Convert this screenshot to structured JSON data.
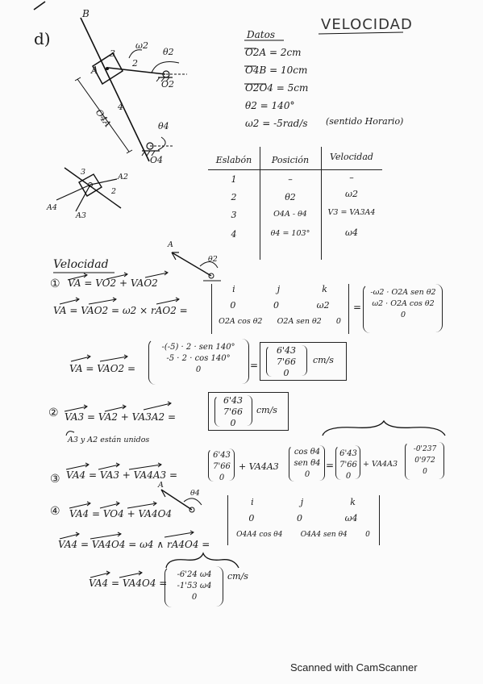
{
  "header": {
    "part": "d)",
    "title": "VELOCIDAD",
    "point_B": "B",
    "point_A": "A",
    "point_O2": "O2",
    "point_O4": "O4",
    "link_3": "3",
    "link_2": "2",
    "link_4": "4",
    "omega2": "ω2",
    "theta2": "θ2",
    "theta4": "θ4",
    "bar_O4A": "O4A",
    "small_A2": "A2",
    "small_A3": "A3",
    "small_A4": "A4",
    "small_3": "3",
    "small_2": "2"
  },
  "datos": {
    "heading": "Datos",
    "lines": [
      "O2A = 2cm",
      "O4B = 10cm",
      "O2O4 = 5cm",
      "θ2 = 140°",
      "ω2 = -5rad/s"
    ],
    "note": "(sentido Horario)"
  },
  "table": {
    "headers": [
      "Eslabón",
      "Posición",
      "Velocidad"
    ],
    "rows": [
      [
        "1",
        "–",
        "–"
      ],
      [
        "2",
        "θ2",
        "ω2"
      ],
      [
        "3",
        "O4A - θ4",
        "V3 = VA3A4"
      ],
      [
        "4",
        "θ4 = 103°",
        "ω4"
      ]
    ]
  },
  "velocidad": {
    "heading": "Velocidad",
    "eq1_label": "①",
    "eq1": "VA = VO2 + VAO2",
    "eq1b": "VA = VAO2 = ω2 × rAO2 =",
    "matrix1": {
      "r1": [
        "i",
        "j",
        "k"
      ],
      "r2": [
        "0",
        "0",
        "ω2"
      ],
      "r3": [
        "O2A cos θ2",
        "O2A sen θ2",
        "0"
      ]
    },
    "result1": [
      "-ω2 · O2A sen θ2",
      "ω2 · O2A cos θ2",
      "0"
    ],
    "eq1c": "VA = VAO2 =",
    "num1": [
      "-(-5) · 2 · sen 140°",
      "-5 · 2 · cos 140°",
      "0"
    ],
    "val1": [
      "6'43",
      "7'66",
      "0"
    ],
    "unit1": "cm/s",
    "eq2_label": "②",
    "eq2": "VA3 = VA2 + VA3A2 =",
    "val2": [
      "6'43",
      "7'66",
      "0"
    ],
    "unit2": "cm/s",
    "note2": "A3 y A2 están unidos",
    "eq3_label": "③",
    "eq3": "VA4 = VA3 + VA4A3 =",
    "val3a": [
      "6'43",
      "7'66",
      "0"
    ],
    "eq3_mid": "+ VA4A3",
    "vec3": [
      "cos θ4",
      "sen θ4",
      "0"
    ],
    "val3b": [
      "6'43",
      "7'66",
      "0"
    ],
    "eq3_mid2": "+ VA4A3",
    "vec3b": [
      "-0'237",
      "0'972",
      "0"
    ],
    "eq4_label": "④",
    "eq4": "VA4 = VO4 + VA4O4",
    "eq4b": "VA4 = VA4O4 = ω4 ∧ rA4O4 =",
    "matrix4": {
      "r1": [
        "i",
        "j",
        "k"
      ],
      "r2": [
        "0",
        "0",
        "ω4"
      ],
      "r3": [
        "O4A4 cos θ4",
        "O4A4 sen θ4",
        "0"
      ]
    },
    "eq5": "VA4 = VA4O4 =",
    "val5": [
      "-6'24 ω4",
      "-1'53 ω4",
      "0"
    ],
    "unit5": "cm/s"
  },
  "footer": "Scanned with CamScanner"
}
